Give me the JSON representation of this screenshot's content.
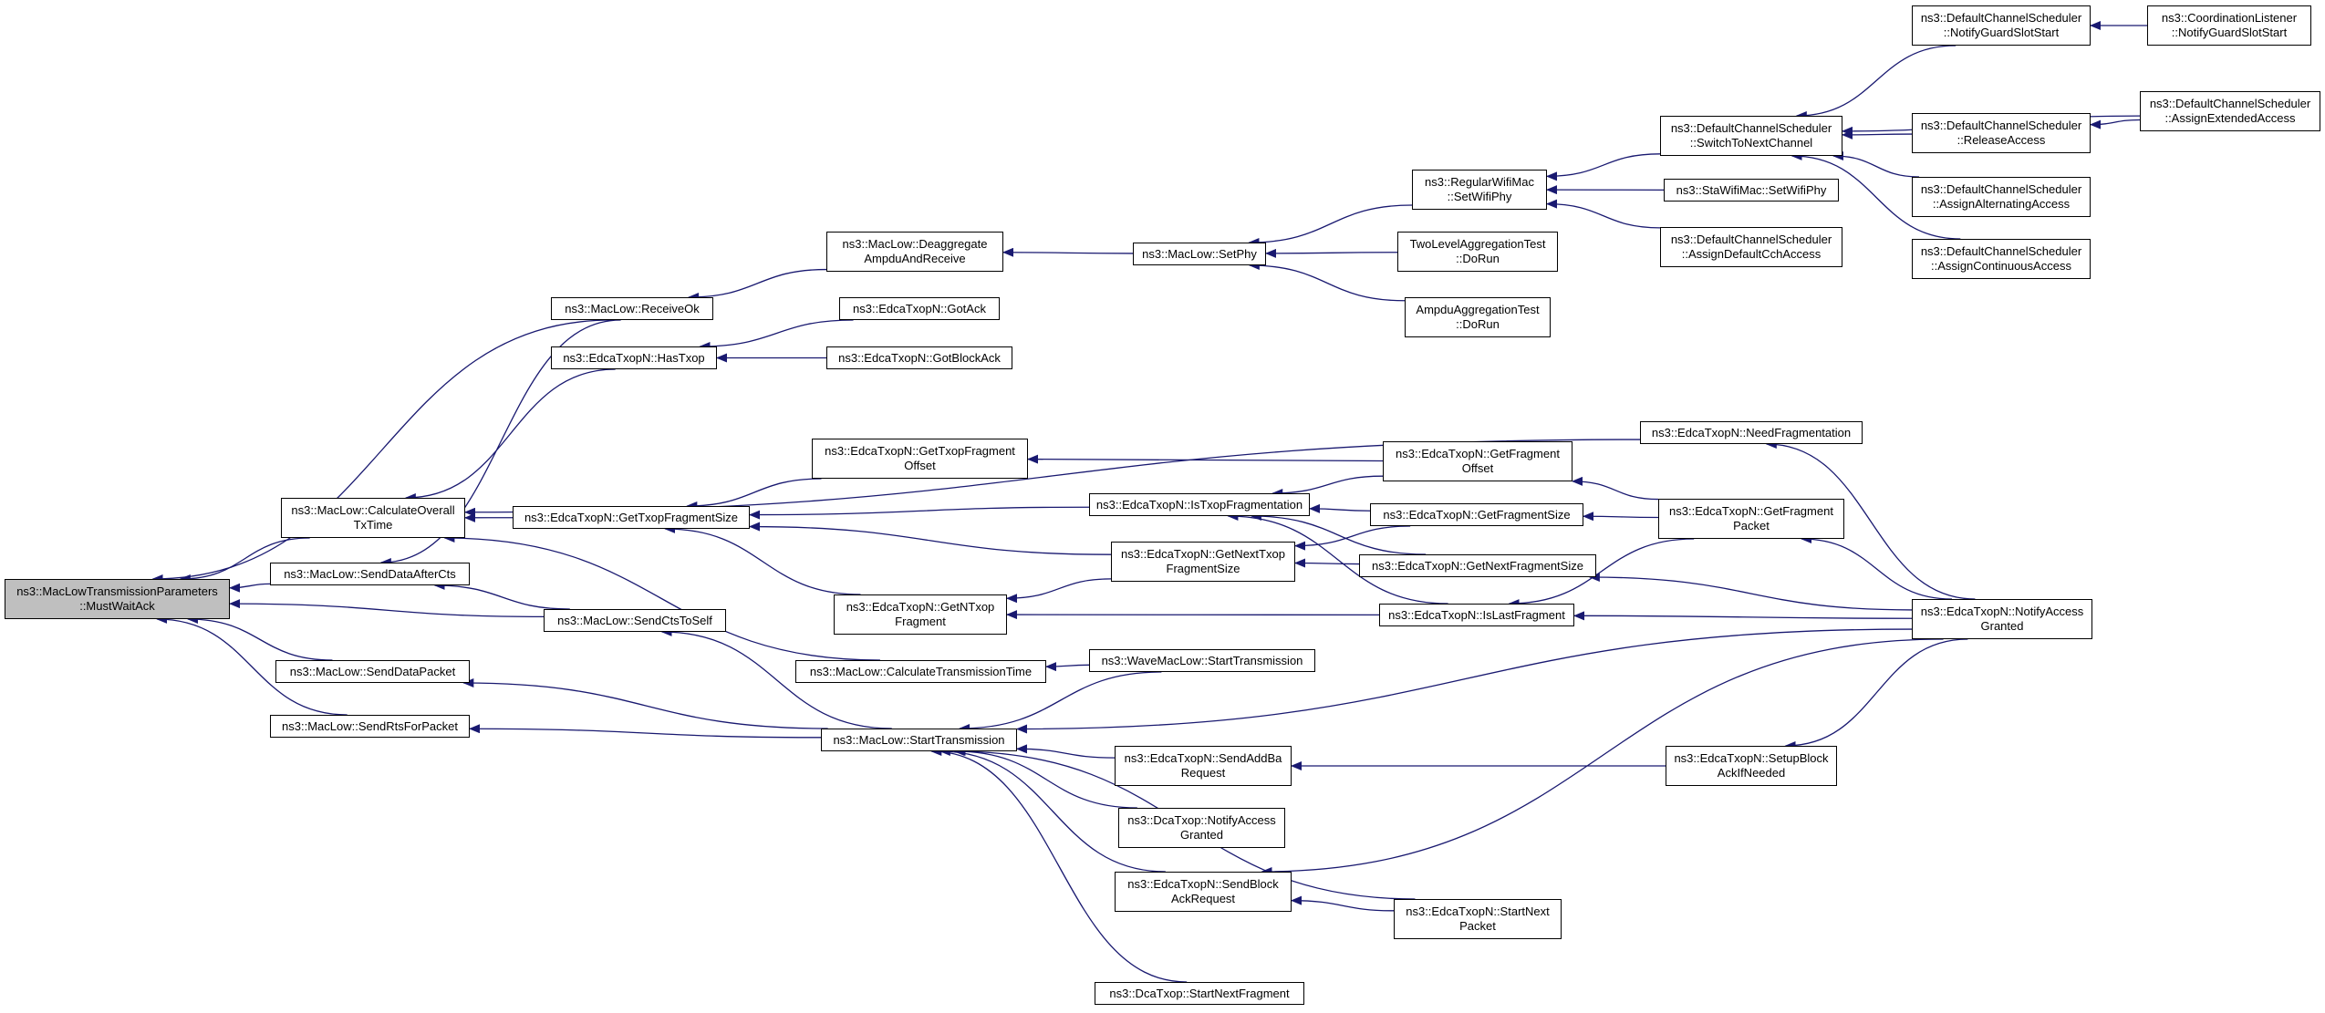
{
  "colors": {
    "edge": "#191970",
    "node_border": "#000000",
    "root_fill": "#bfbfbf",
    "node_fill": "#ffffff"
  },
  "nodes": {
    "root": {
      "l1": "ns3::MacLowTransmissionParameters",
      "l2": "::MustWaitAck"
    },
    "calcOverallTxTime": {
      "l1": "ns3::MacLow::CalculateOverall",
      "l2": "TxTime"
    },
    "sendDataAfterCts": {
      "l1": "ns3::MacLow::SendDataAfterCts"
    },
    "sendCtsToSelf": {
      "l1": "ns3::MacLow::SendCtsToSelf"
    },
    "sendDataPacket": {
      "l1": "ns3::MacLow::SendDataPacket"
    },
    "sendRtsForPacket": {
      "l1": "ns3::MacLow::SendRtsForPacket"
    },
    "receiveOk": {
      "l1": "ns3::MacLow::ReceiveOk"
    },
    "hasTxop": {
      "l1": "ns3::EdcaTxopN::HasTxop"
    },
    "getTxopFragmentSize": {
      "l1": "ns3::EdcaTxopN::GetTxopFragmentSize"
    },
    "deaggregate": {
      "l1": "ns3::MacLow::Deaggregate",
      "l2": "AmpduAndReceive"
    },
    "gotAck": {
      "l1": "ns3::EdcaTxopN::GotAck"
    },
    "gotBlockAck": {
      "l1": "ns3::EdcaTxopN::GotBlockAck"
    },
    "getTxopFragmentOffset": {
      "l1": "ns3::EdcaTxopN::GetTxopFragment",
      "l2": "Offset"
    },
    "getNTxopFragment": {
      "l1": "ns3::EdcaTxopN::GetNTxop",
      "l2": "Fragment"
    },
    "calcTransmissionTime": {
      "l1": "ns3::MacLow::CalculateTransmissionTime"
    },
    "startTransmission": {
      "l1": "ns3::MacLow::StartTransmission"
    },
    "setPhy": {
      "l1": "ns3::MacLow::SetPhy"
    },
    "isTxopFragmentation": {
      "l1": "ns3::EdcaTxopN::IsTxopFragmentation"
    },
    "getNextTxopFragmentSize": {
      "l1": "ns3::EdcaTxopN::GetNextTxop",
      "l2": "FragmentSize"
    },
    "waveStartTransmission": {
      "l1": "ns3::WaveMacLow::StartTransmission"
    },
    "sendAddBaRequest": {
      "l1": "ns3::EdcaTxopN::SendAddBa",
      "l2": "Request"
    },
    "dcaNotifyAccessGranted": {
      "l1": "ns3::DcaTxop::NotifyAccess",
      "l2": "Granted"
    },
    "sendBlockAckRequest": {
      "l1": "ns3::EdcaTxopN::SendBlock",
      "l2": "AckRequest"
    },
    "dcaStartNextFragment": {
      "l1": "ns3::DcaTxop::StartNextFragment"
    },
    "regularSetWifiPhy": {
      "l1": "ns3::RegularWifiMac",
      "l2": "::SetWifiPhy"
    },
    "twoLevelDoRun": {
      "l1": "TwoLevelAggregationTest",
      "l2": "::DoRun"
    },
    "ampduDoRun": {
      "l1": "AmpduAggregationTest",
      "l2": "::DoRun"
    },
    "getFragmentOffset": {
      "l1": "ns3::EdcaTxopN::GetFragment",
      "l2": "Offset"
    },
    "getFragmentSize": {
      "l1": "ns3::EdcaTxopN::GetFragmentSize"
    },
    "getNextFragmentSize": {
      "l1": "ns3::EdcaTxopN::GetNextFragmentSize"
    },
    "isLastFragment": {
      "l1": "ns3::EdcaTxopN::IsLastFragment"
    },
    "startNextPacket": {
      "l1": "ns3::EdcaTxopN::StartNext",
      "l2": "Packet"
    },
    "switchToNextChannel": {
      "l1": "ns3::DefaultChannelScheduler",
      "l2": "::SwitchToNextChannel"
    },
    "staSetWifiPhy": {
      "l1": "ns3::StaWifiMac::SetWifiPhy"
    },
    "assignDefaultCchAccess": {
      "l1": "ns3::DefaultChannelScheduler",
      "l2": "::AssignDefaultCchAccess"
    },
    "needFragmentation": {
      "l1": "ns3::EdcaTxopN::NeedFragmentation"
    },
    "getFragmentPacket": {
      "l1": "ns3::EdcaTxopN::GetFragment",
      "l2": "Packet"
    },
    "setupBlockAck": {
      "l1": "ns3::EdcaTxopN::SetupBlock",
      "l2": "AckIfNeeded"
    },
    "notifyGuardSlotStart": {
      "l1": "ns3::DefaultChannelScheduler",
      "l2": "::NotifyGuardSlotStart"
    },
    "releaseAccess": {
      "l1": "ns3::DefaultChannelScheduler",
      "l2": "::ReleaseAccess"
    },
    "assignAlternatingAccess": {
      "l1": "ns3::DefaultChannelScheduler",
      "l2": "::AssignAlternatingAccess"
    },
    "assignContinuousAccess": {
      "l1": "ns3::DefaultChannelScheduler",
      "l2": "::AssignContinuousAccess"
    },
    "edcaNotifyAccessGranted": {
      "l1": "ns3::EdcaTxopN::NotifyAccess",
      "l2": "Granted"
    },
    "coordNotifyGuardSlotStart": {
      "l1": "ns3::CoordinationListener",
      "l2": "::NotifyGuardSlotStart"
    },
    "assignExtendedAccess": {
      "l1": "ns3::DefaultChannelScheduler",
      "l2": "::AssignExtendedAccess"
    }
  },
  "edges": [
    [
      "calcOverallTxTime",
      "root"
    ],
    [
      "sendDataAfterCts",
      "root"
    ],
    [
      "sendCtsToSelf",
      "root"
    ],
    [
      "sendDataPacket",
      "root"
    ],
    [
      "sendRtsForPacket",
      "root"
    ],
    [
      "receiveOk",
      "root"
    ],
    [
      "hasTxop",
      "calcOverallTxTime"
    ],
    [
      "getTxopFragmentSize",
      "calcOverallTxTime"
    ],
    [
      "calcTransmissionTime",
      "calcOverallTxTime"
    ],
    [
      "needFragmentation",
      "calcOverallTxTime"
    ],
    [
      "receiveOk",
      "sendDataAfterCts"
    ],
    [
      "sendCtsToSelf",
      "sendDataAfterCts"
    ],
    [
      "startTransmission",
      "sendCtsToSelf"
    ],
    [
      "startTransmission",
      "sendDataPacket"
    ],
    [
      "startTransmission",
      "sendRtsForPacket"
    ],
    [
      "deaggregate",
      "receiveOk"
    ],
    [
      "gotAck",
      "hasTxop"
    ],
    [
      "gotBlockAck",
      "hasTxop"
    ],
    [
      "getTxopFragmentOffset",
      "getTxopFragmentSize"
    ],
    [
      "getNTxopFragment",
      "getTxopFragmentSize"
    ],
    [
      "isTxopFragmentation",
      "getTxopFragmentSize"
    ],
    [
      "getNextTxopFragmentSize",
      "getTxopFragmentSize"
    ],
    [
      "setPhy",
      "deaggregate"
    ],
    [
      "getFragmentOffset",
      "getTxopFragmentOffset"
    ],
    [
      "getNextTxopFragmentSize",
      "getNTxopFragment"
    ],
    [
      "isLastFragment",
      "getNTxopFragment"
    ],
    [
      "waveStartTransmission",
      "calcTransmissionTime"
    ],
    [
      "waveStartTransmission",
      "startTransmission"
    ],
    [
      "sendAddBaRequest",
      "startTransmission"
    ],
    [
      "dcaNotifyAccessGranted",
      "startTransmission"
    ],
    [
      "sendBlockAckRequest",
      "startTransmission"
    ],
    [
      "dcaStartNextFragment",
      "startTransmission"
    ],
    [
      "startNextPacket",
      "startTransmission"
    ],
    [
      "edcaNotifyAccessGranted",
      "startTransmission"
    ],
    [
      "regularSetWifiPhy",
      "setPhy"
    ],
    [
      "twoLevelDoRun",
      "setPhy"
    ],
    [
      "ampduDoRun",
      "setPhy"
    ],
    [
      "getFragmentOffset",
      "isTxopFragmentation"
    ],
    [
      "getFragmentSize",
      "isTxopFragmentation"
    ],
    [
      "getNextFragmentSize",
      "isTxopFragmentation"
    ],
    [
      "isLastFragment",
      "isTxopFragmentation"
    ],
    [
      "getFragmentSize",
      "getNextTxopFragmentSize"
    ],
    [
      "getNextFragmentSize",
      "getNextTxopFragmentSize"
    ],
    [
      "setupBlockAck",
      "sendAddBaRequest"
    ],
    [
      "edcaNotifyAccessGranted",
      "sendBlockAckRequest"
    ],
    [
      "startNextPacket",
      "sendBlockAckRequest"
    ],
    [
      "switchToNextChannel",
      "regularSetWifiPhy"
    ],
    [
      "staSetWifiPhy",
      "regularSetWifiPhy"
    ],
    [
      "assignDefaultCchAccess",
      "regularSetWifiPhy"
    ],
    [
      "getFragmentPacket",
      "getFragmentOffset"
    ],
    [
      "getFragmentPacket",
      "getFragmentSize"
    ],
    [
      "edcaNotifyAccessGranted",
      "getNextFragmentSize"
    ],
    [
      "getFragmentPacket",
      "isLastFragment"
    ],
    [
      "edcaNotifyAccessGranted",
      "isLastFragment"
    ],
    [
      "notifyGuardSlotStart",
      "switchToNextChannel"
    ],
    [
      "releaseAccess",
      "switchToNextChannel"
    ],
    [
      "assignAlternatingAccess",
      "switchToNextChannel"
    ],
    [
      "assignContinuousAccess",
      "switchToNextChannel"
    ],
    [
      "assignExtendedAccess",
      "switchToNextChannel"
    ],
    [
      "edcaNotifyAccessGranted",
      "needFragmentation"
    ],
    [
      "edcaNotifyAccessGranted",
      "getFragmentPacket"
    ],
    [
      "edcaNotifyAccessGranted",
      "setupBlockAck"
    ],
    [
      "coordNotifyGuardSlotStart",
      "notifyGuardSlotStart"
    ],
    [
      "assignExtendedAccess",
      "releaseAccess"
    ]
  ]
}
